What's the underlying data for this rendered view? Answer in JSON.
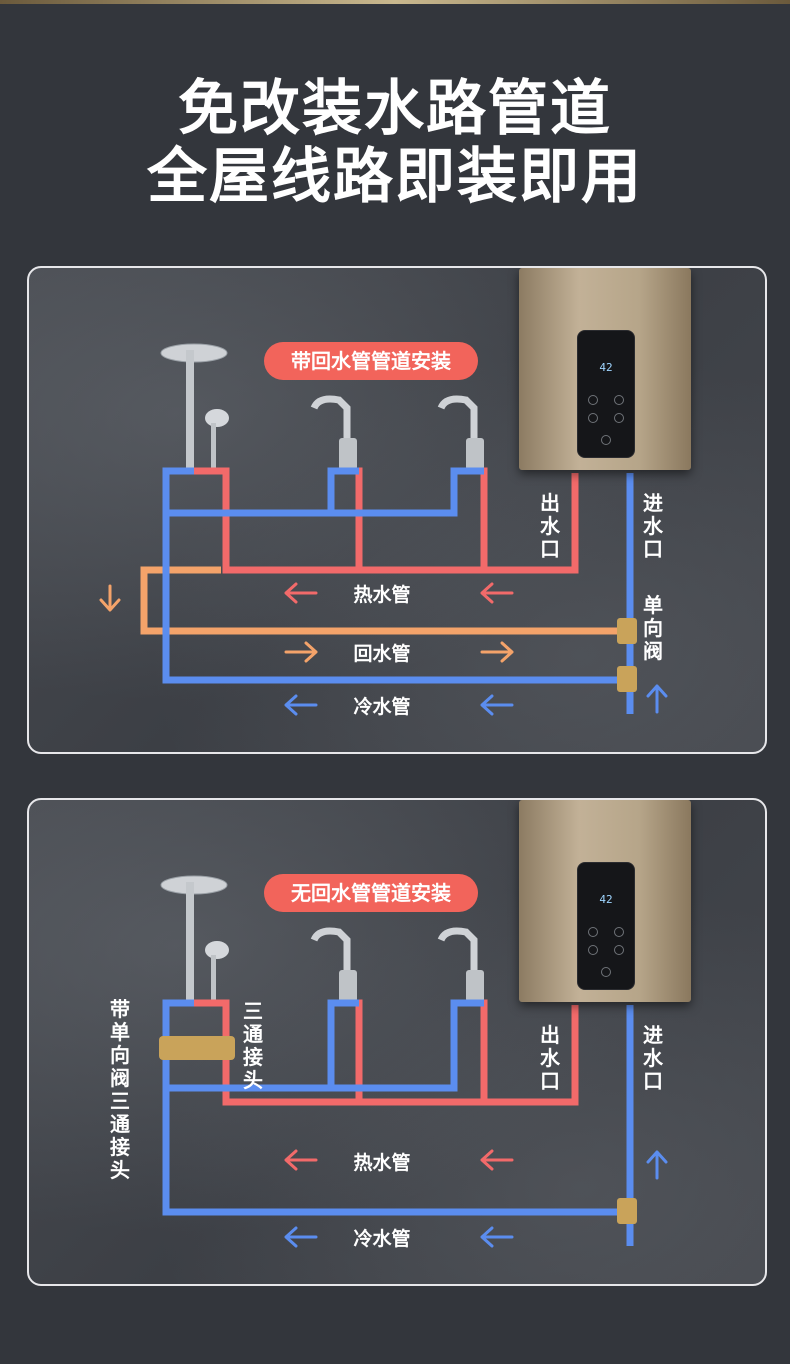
{
  "headline": {
    "line1": "免改装水路管道",
    "line2": "全屋线路即装即用"
  },
  "colors": {
    "hot": "#f26a6a",
    "cold": "#5b8def",
    "return": "#f4a36a",
    "badge": "#f2645b",
    "background": "#33363c"
  },
  "panel1": {
    "badge": "带回水管管道安装",
    "hot_pipe": "热水管",
    "return_pipe": "回水管",
    "cold_pipe": "冷水管",
    "outlet": "出水口",
    "inlet": "进水口",
    "check_valve": "单向阀",
    "heater_display": "42"
  },
  "panel2": {
    "badge": "无回水管管道安装",
    "hot_pipe": "热水管",
    "cold_pipe": "冷水管",
    "outlet": "出水口",
    "inlet": "进水口",
    "tee": "三通接头",
    "check_tee": "带单向阀三通接头",
    "heater_display": "42"
  }
}
